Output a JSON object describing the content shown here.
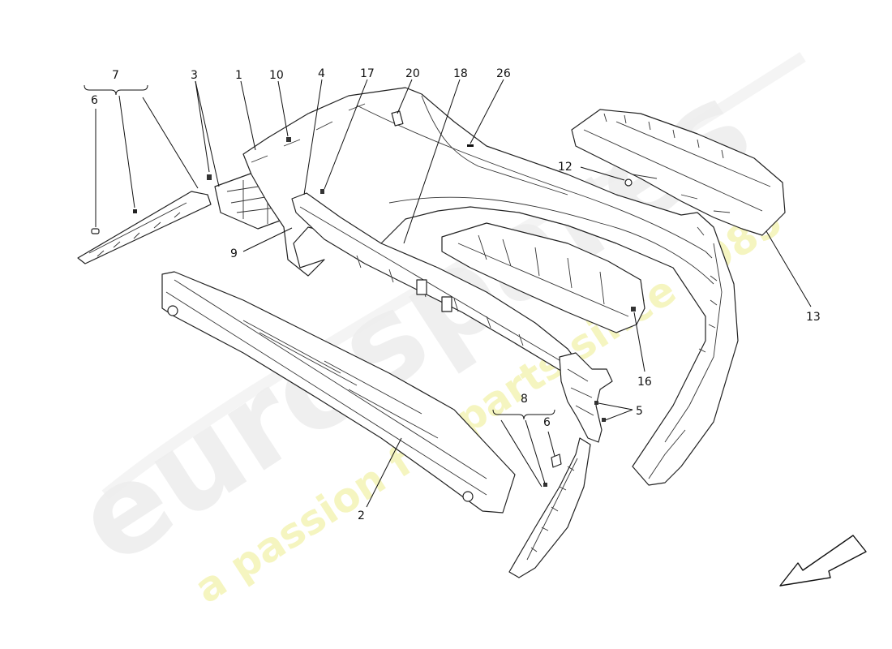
{
  "watermark": {
    "brand": "eurospares",
    "tagline": "a passion for parts since 1985",
    "brand_color": "#e6e6e6",
    "tagline_color": "#f2f2b0"
  },
  "callouts": [
    {
      "id": "c7",
      "label": "7"
    },
    {
      "id": "c6a",
      "label": "6"
    },
    {
      "id": "c3",
      "label": "3"
    },
    {
      "id": "c1",
      "label": "1"
    },
    {
      "id": "c10",
      "label": "10"
    },
    {
      "id": "c4",
      "label": "4"
    },
    {
      "id": "c17",
      "label": "17"
    },
    {
      "id": "c20",
      "label": "20"
    },
    {
      "id": "c18",
      "label": "18"
    },
    {
      "id": "c26",
      "label": "26"
    },
    {
      "id": "c12",
      "label": "12"
    },
    {
      "id": "c9",
      "label": "9"
    },
    {
      "id": "c13",
      "label": "13"
    },
    {
      "id": "c16",
      "label": "16"
    },
    {
      "id": "c5",
      "label": "5"
    },
    {
      "id": "c8",
      "label": "8"
    },
    {
      "id": "c6b",
      "label": "6"
    },
    {
      "id": "c2",
      "label": "2"
    }
  ],
  "icons": {
    "direction_arrow": "front-direction-arrow-icon"
  }
}
